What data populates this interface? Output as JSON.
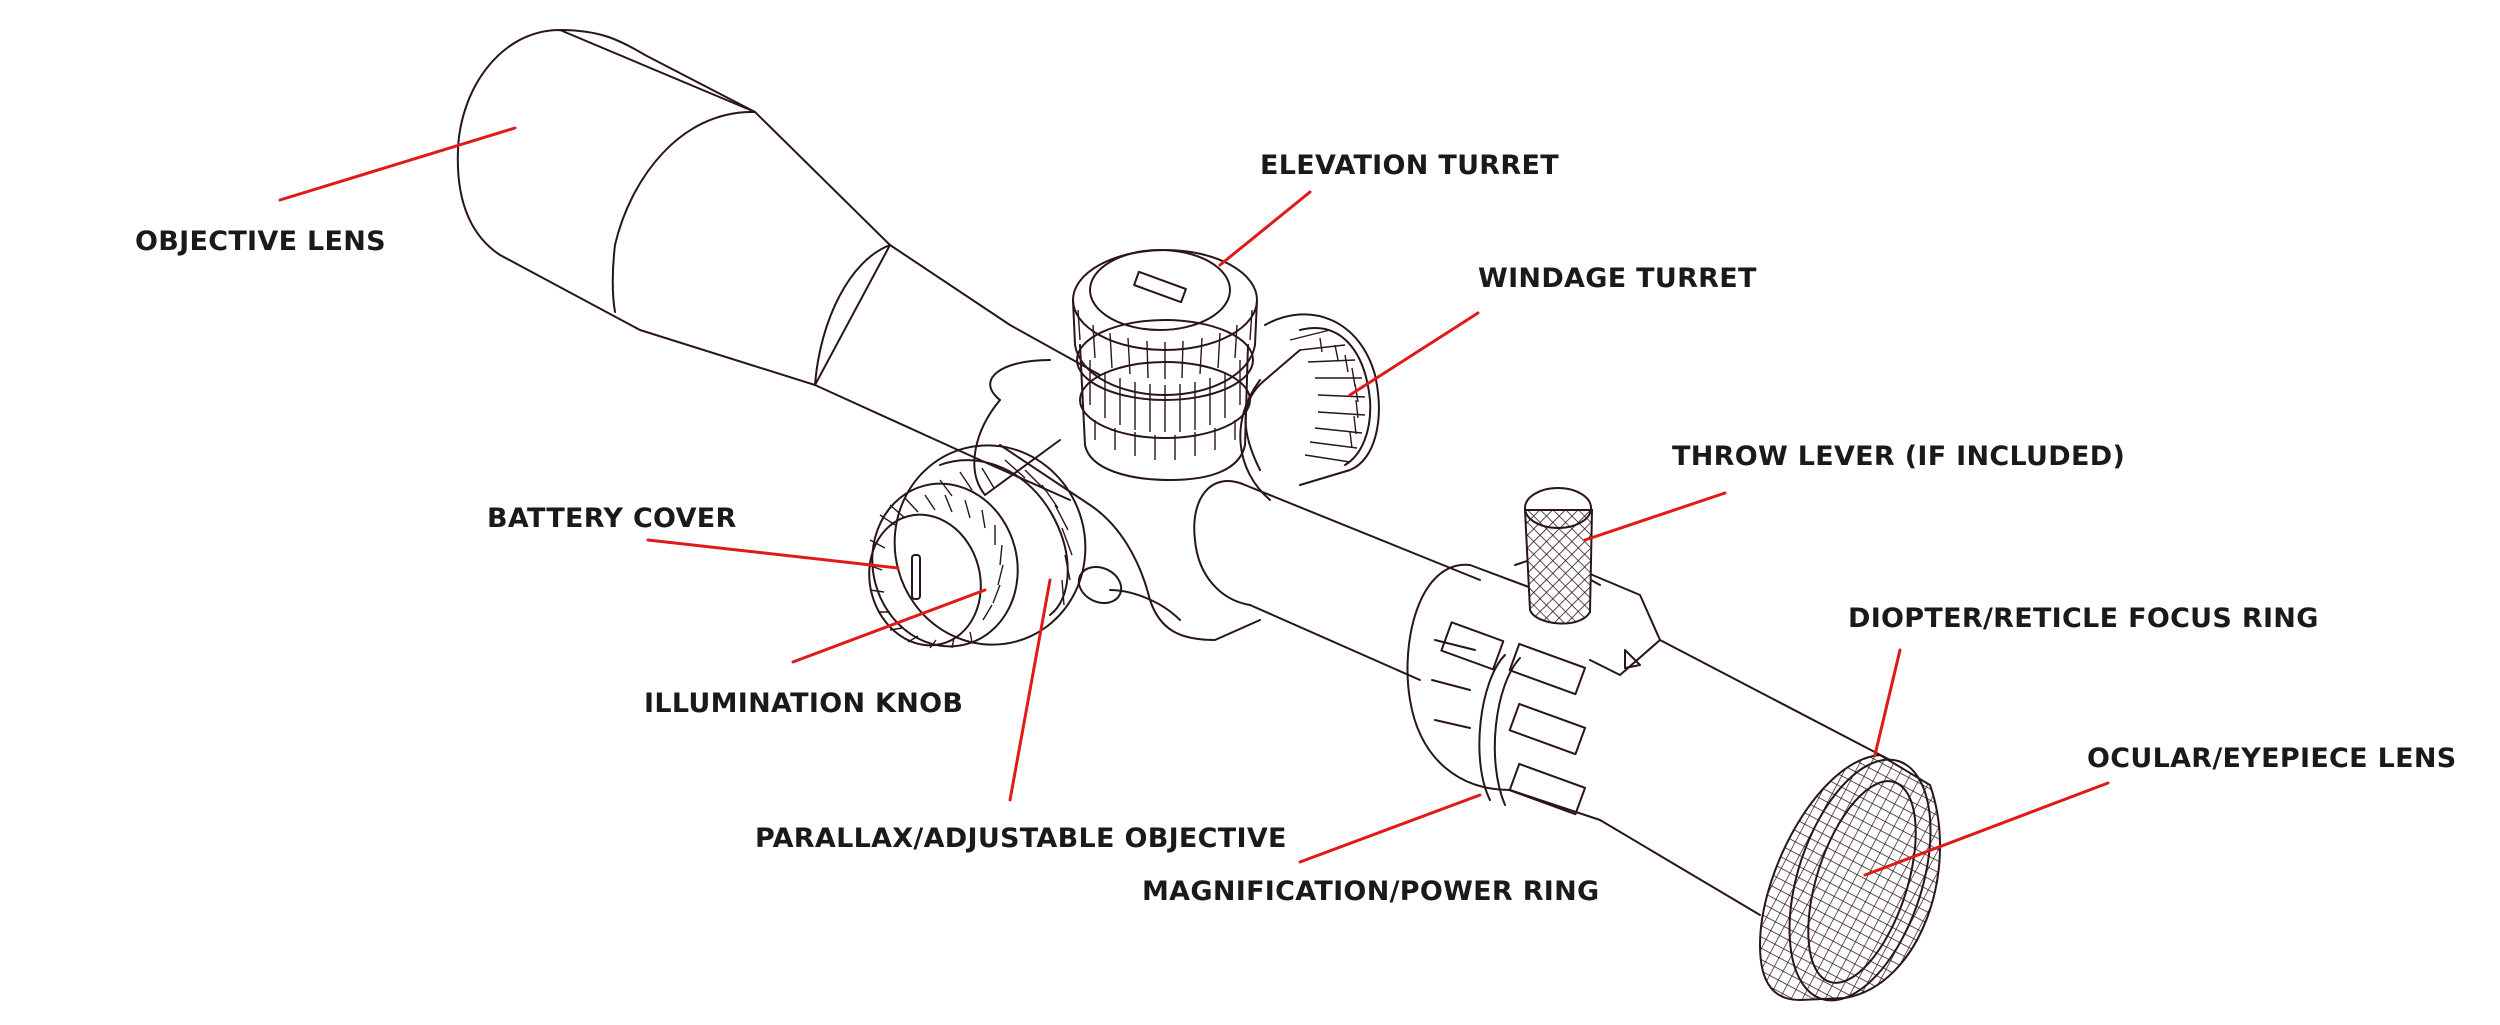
{
  "labels": {
    "objective_lens": "OBJECTIVE LENS",
    "elevation_turret": "ELEVATION TURRET",
    "windage_turret": "WINDAGE TURRET",
    "throw_lever": "THROW LEVER (IF INCLUDED)",
    "battery_cover": "BATTERY COVER",
    "illumination_knob": "ILLUMINATION KNOB",
    "parallax": "PARALLAX/ADJUSTABLE OBJECTIVE",
    "magnification_ring": "MAGNIFICATION/POWER RING",
    "diopter_ring": "DIOPTER/RETICLE FOCUS RING",
    "ocular_lens": "OCULAR/EYEPIECE LENS"
  },
  "colors": {
    "leader_line": "#e01919",
    "outline": "#2a1518",
    "text": "#1a1a1a",
    "background": "#ffffff"
  }
}
